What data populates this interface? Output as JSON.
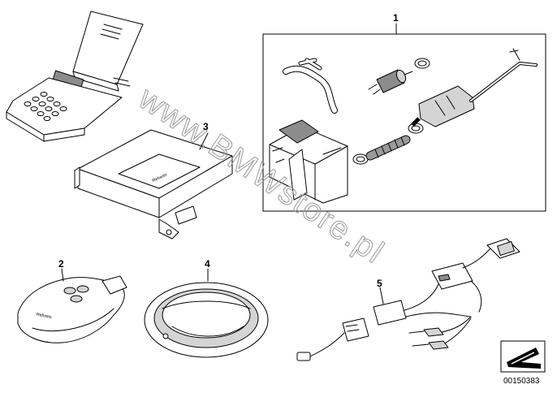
{
  "diagram": {
    "watermark": "www.BMWstore.pl",
    "document_number": "00150383",
    "brand_mark": "Webasto",
    "part_callouts": [
      {
        "id": "part-1",
        "label": "1"
      },
      {
        "id": "part-2",
        "label": "2"
      },
      {
        "id": "part-3",
        "label": "3"
      },
      {
        "id": "part-4",
        "label": "4"
      },
      {
        "id": "part-5",
        "label": "5"
      }
    ]
  }
}
